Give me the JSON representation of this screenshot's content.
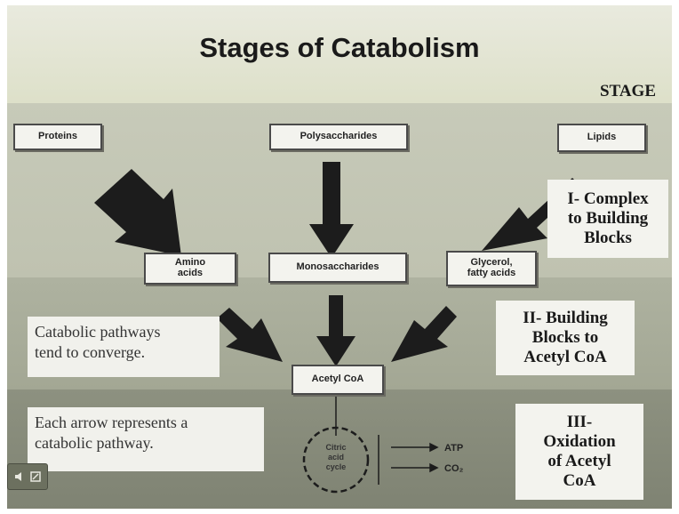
{
  "title": "Stages of Catabolism",
  "stage_header": "STAGE",
  "boxes": {
    "proteins": "Proteins",
    "polysaccharides": "Polysaccharides",
    "lipids": "Lipids",
    "amino_acids": "Amino\nacids",
    "monosaccharides": "Monosaccharides",
    "glycerol": "Glycerol,\nfatty acids",
    "acetyl_coa": "Acetyl CoA",
    "citric_cycle": "Citric\nacid\ncycle",
    "atp": "ATP",
    "co2": "CO₂"
  },
  "stages": {
    "one": "I- Complex\nto Building\nBlocks",
    "two": "II- Building\nBlocks to\nAcetyl CoA",
    "three": "III-\nOxidation\nof Acetyl\nCoA"
  },
  "notes": {
    "converge": "Catabolic pathways\ntend to converge.",
    "arrow": "Each arrow represents a\ncatabolic pathway."
  },
  "colors": {
    "arrow": "#1c1c1c",
    "box_bg": "#f3f3ee"
  },
  "icons": [
    "speaker-icon",
    "settings-icon"
  ]
}
